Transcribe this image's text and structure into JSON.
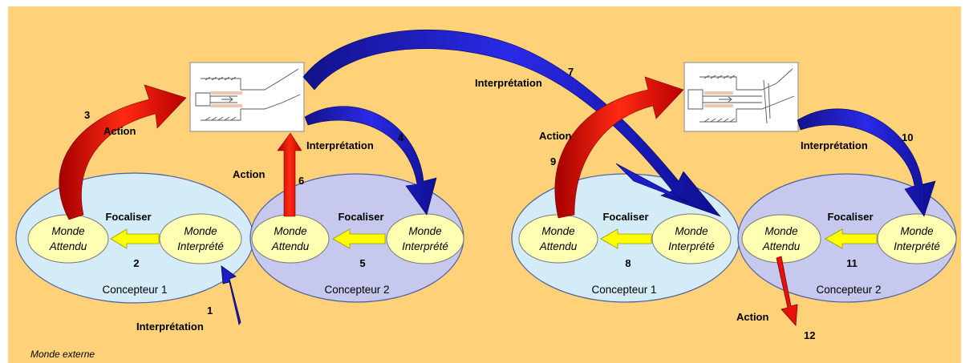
{
  "external_world": "Monde externe",
  "groups": [
    {
      "concepteur": "Concepteur 1",
      "focaliser": "Focaliser",
      "attendu": [
        "Monde",
        "Attendu"
      ],
      "interprete": [
        "Monde",
        "Interprété"
      ],
      "step": "2"
    },
    {
      "concepteur": "Concepteur 2",
      "focaliser": "Focaliser",
      "attendu": [
        "Monde",
        "Attendu"
      ],
      "interprete": [
        "Monde",
        "Interprété"
      ],
      "step": "5"
    },
    {
      "concepteur": "Concepteur 1",
      "focaliser": "Focaliser",
      "attendu": [
        "Monde",
        "Attendu"
      ],
      "interprete": [
        "Monde",
        "Interprété"
      ],
      "step": "8"
    },
    {
      "concepteur": "Concepteur 2",
      "focaliser": "Focaliser",
      "attendu": [
        "Monde",
        "Attendu"
      ],
      "interprete": [
        "Monde",
        "Interprété"
      ],
      "step": "11"
    }
  ],
  "arrows": {
    "a1": {
      "step": "1",
      "label": "Interprétation"
    },
    "a3": {
      "step": "3",
      "label": "Action"
    },
    "a4": {
      "step": "4",
      "label": "Interprétation"
    },
    "a6": {
      "step": "6",
      "label": "Action"
    },
    "a7": {
      "step": "7",
      "label": "Interprétation"
    },
    "a9": {
      "step": "9",
      "label": "Action"
    },
    "a10": {
      "step": "10",
      "label": "Interprétation"
    },
    "a12": {
      "step": "12",
      "label": "Action"
    }
  },
  "colors": {
    "background": "#ffd27a",
    "concepteur1_fill": "#d4ecf8",
    "concepteur2_fill": "#c6c8ee",
    "monde_fill": "#ffffb4",
    "focus_arrow": "#ffff00",
    "action_arrow": "#e8120c",
    "interpretation_arrow": "#1c1cc8"
  }
}
